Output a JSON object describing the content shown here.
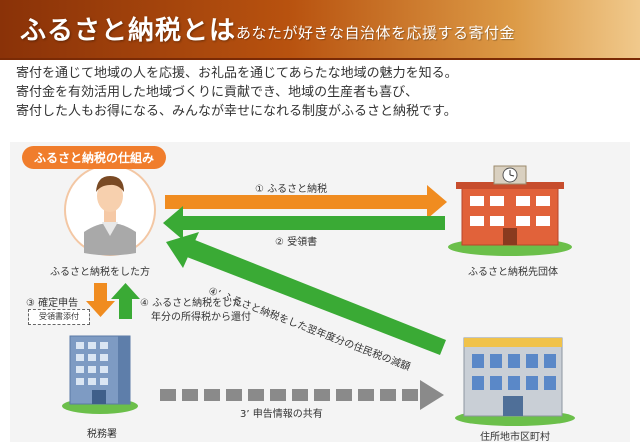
{
  "header": {
    "title": "ふるさと納税とは",
    "subtitle": "あなたが好きな自治体を応援する寄付金"
  },
  "intro": {
    "lines": [
      "寄付を通じて地域の人を応援、お礼品を通じてあらたな地域の魅力を知る。",
      "寄付金を有効活用した地域づくりに貢献でき、地域の生産者も喜び、",
      "寄付した人もお得になる、みんなが幸せになれる制度がふるさと納税です。"
    ]
  },
  "diagram": {
    "section_label": "ふるさと納税の仕組み",
    "nodes": {
      "donor": "ふるさと納税をした方",
      "municipality": "ふるさと納税先団体",
      "tax_office": "税務署",
      "local_gov": "住所地市区町村"
    },
    "arrows": {
      "a1": "① ふるさと納税",
      "a2": "② 受領書",
      "a3": "③ 確定申告",
      "a3_note": "受領書添付",
      "a4_line1": "④ ふるさと納税をした",
      "a4_line2": "年分の所得税から還付",
      "a4p": "④’ ふるさと納税をした翌年度分の住民税の減額",
      "a3p": "3’ 申告情報の共有"
    },
    "colors": {
      "orange": "#f08c20",
      "green": "#3aaa35",
      "gray": "#8a8a8a",
      "badge": "#f07d2c"
    }
  }
}
